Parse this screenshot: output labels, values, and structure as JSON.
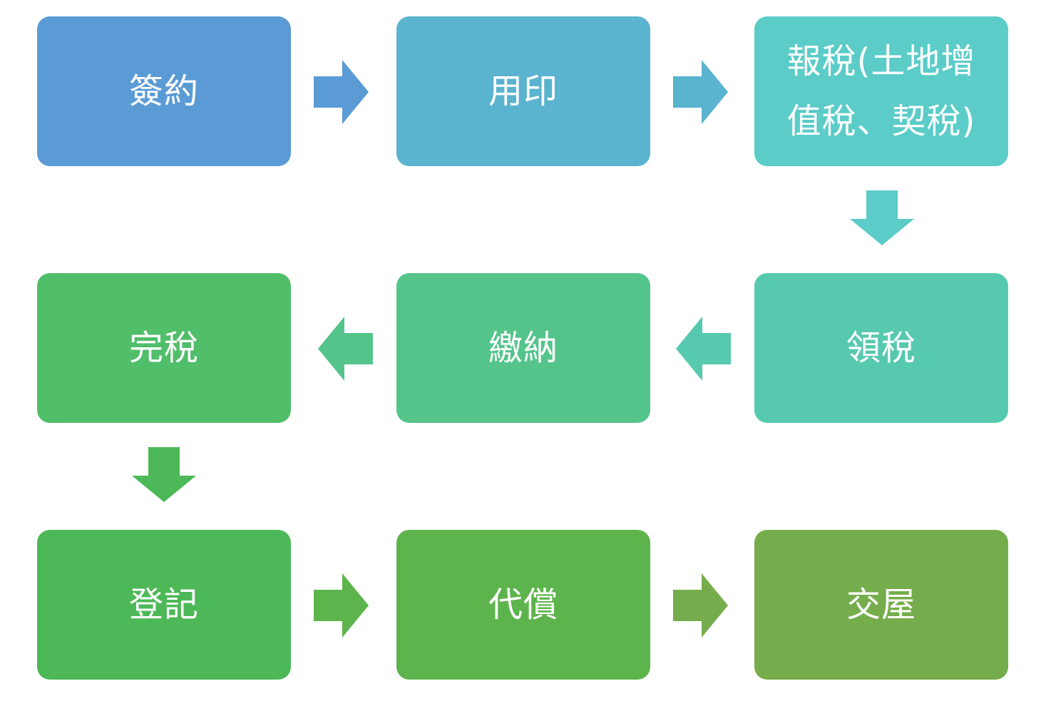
{
  "steps": [
    {
      "label": "簽約",
      "color": "#5B9BD5"
    },
    {
      "label": "用印",
      "color": "#5AB3CF"
    },
    {
      "label": "報稅(土地增值稅、契稅)",
      "color": "#5BCCC8"
    },
    {
      "label": "領稅",
      "color": "#57C9AF"
    },
    {
      "label": "繳納",
      "color": "#54C48B"
    },
    {
      "label": "完稅",
      "color": "#51BE6A"
    },
    {
      "label": "登記",
      "color": "#4DB857"
    },
    {
      "label": "代償",
      "color": "#5EB44C"
    },
    {
      "label": "交屋",
      "color": "#76AD4C"
    }
  ],
  "arrows": [
    {
      "direction": "right",
      "color": "#5B9BD5"
    },
    {
      "direction": "right",
      "color": "#5AB3CF"
    },
    {
      "direction": "down",
      "color": "#5BCCC8"
    },
    {
      "direction": "left",
      "color": "#57C9AF"
    },
    {
      "direction": "left",
      "color": "#54C48B"
    },
    {
      "direction": "down",
      "color": "#4DB857"
    },
    {
      "direction": "right",
      "color": "#5EB44C"
    },
    {
      "direction": "right",
      "color": "#76AD4C"
    }
  ]
}
